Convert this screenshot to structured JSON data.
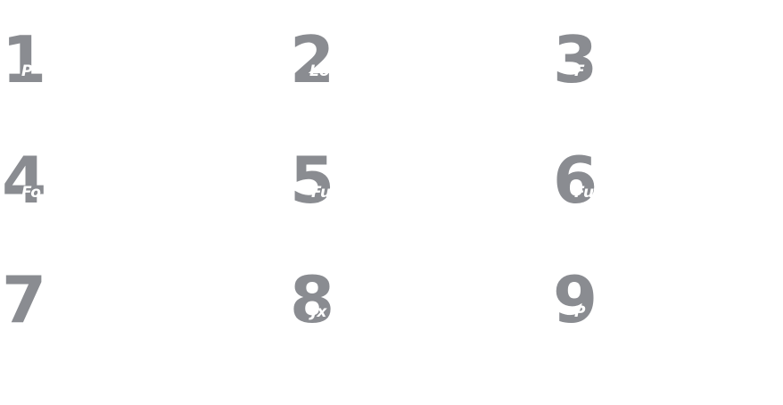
{
  "items": [
    {
      "number": "1",
      "overlay": "P"
    },
    {
      "number": "2",
      "overlay": "Lo"
    },
    {
      "number": "3",
      "overlay": "F"
    },
    {
      "number": "4",
      "overlay": "Fo"
    },
    {
      "number": "5",
      "overlay": "Fu"
    },
    {
      "number": "6",
      "overlay": "Fu"
    },
    {
      "number": "7",
      "overlay": ""
    },
    {
      "number": "8",
      "overlay": "Jx"
    },
    {
      "number": "9",
      "overlay": "P"
    }
  ],
  "colors": {
    "number": "#8a8c91",
    "overlay": "#ffffff",
    "background": "#ffffff"
  }
}
